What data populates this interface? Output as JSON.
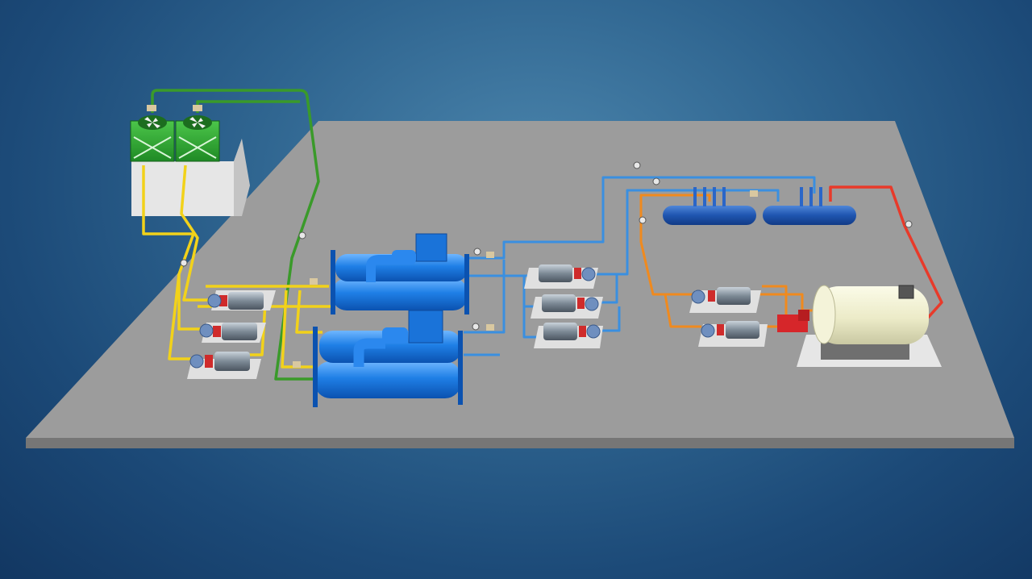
{
  "scene": {
    "background_colors": [
      "#4c86ad",
      "#1c4a78",
      "#123762"
    ],
    "platform_color": "#9c9c9c",
    "pipe_colors": {
      "condenser_water": "#f2d21a",
      "cooling_tower_loop": "#3a9a2a",
      "chilled_water": "#3a8fe0",
      "heating_water": "#f08a1e",
      "boiler_flue": "#e83a2a"
    },
    "equipment": {
      "cooling_towers": 2,
      "condenser_pumps": 3,
      "chillers": 2,
      "chilled_water_pumps": 3,
      "heating_pumps": 2,
      "headers": 2,
      "boilers": 1
    },
    "icons": [
      "cooling-tower-fan-icon",
      "pump-icon",
      "chiller-icon",
      "boiler-icon",
      "valve-icon",
      "gauge-icon",
      "header-tank-icon"
    ]
  }
}
